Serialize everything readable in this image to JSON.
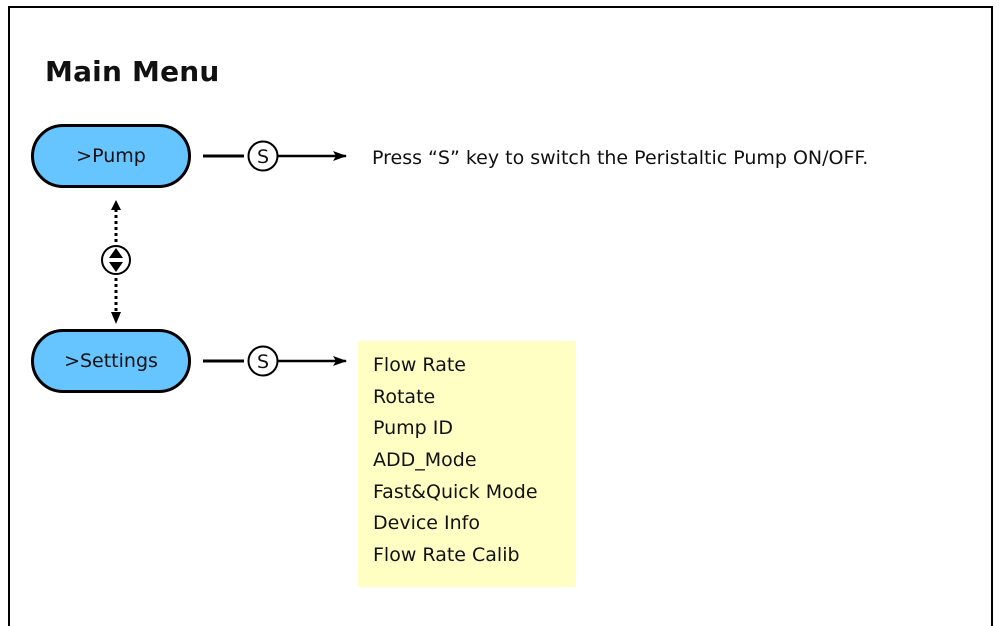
{
  "title": "Main Menu",
  "colors": {
    "button_fill": "#66c4ff",
    "submenu_fill": "#ffffc4",
    "stroke": "#000000"
  },
  "menu": {
    "pump": {
      "label": ">Pump",
      "key": "S",
      "description": "Press “S” key to switch the Peristaltic Pump ON/OFF."
    },
    "settings": {
      "label": ">Settings",
      "key": "S",
      "items": [
        "Flow Rate",
        "Rotate",
        "Pump ID",
        "ADD_Mode",
        "Fast&Quick Mode",
        "Device Info",
        "Flow Rate Calib"
      ]
    }
  },
  "navigation_icon": "up-down-arrow-icon"
}
